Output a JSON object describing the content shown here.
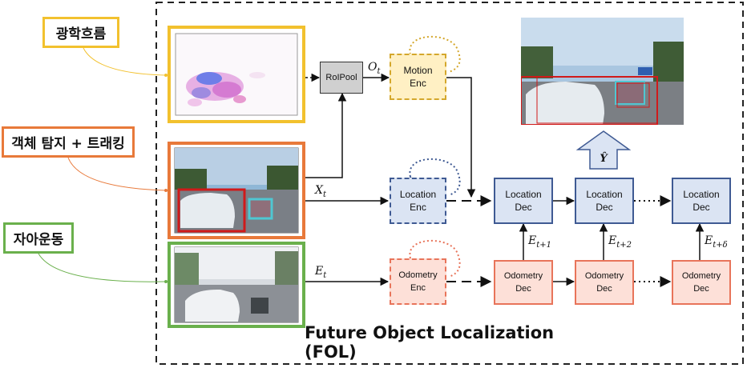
{
  "labels": {
    "optical_flow": "광학흐름",
    "detection_tracking": "객체 탐지 + 트래킹",
    "ego_motion": "자아운동"
  },
  "blocks": {
    "roipool": "RoIPool",
    "motion_enc": "Motion\nEnc",
    "location_enc": "Location\nEnc",
    "odometry_enc": "Odometry\nEnc",
    "location_dec": "Location\nDec",
    "odometry_dec": "Odometry\nDec",
    "y_hat": "Ŷ"
  },
  "symbols": {
    "o_t": "O",
    "o_t_sub": "t",
    "x_t": "X",
    "x_t_sub": "t",
    "e_t": "E",
    "e_t_sub": "t",
    "e_t1": "E",
    "e_t1_sub": "t+1",
    "e_t2": "E",
    "e_t2_sub": "t+2",
    "e_td": "E",
    "e_td_sub": "t+δ"
  },
  "caption": "Future Object Localization (FOL)",
  "colors": {
    "yellow_border": "#f2c12e",
    "orange_border": "#e8793a",
    "green_border": "#6ab04c",
    "blue_border": "#3f5a93",
    "blue_fill": "#dbe4f3",
    "yellow_fill": "#fff0c4",
    "yellow_stroke": "#d4a72c",
    "red_fill": "#fde0d8",
    "red_stroke": "#e8745a",
    "roipool_fill": "#d0d0d0"
  }
}
